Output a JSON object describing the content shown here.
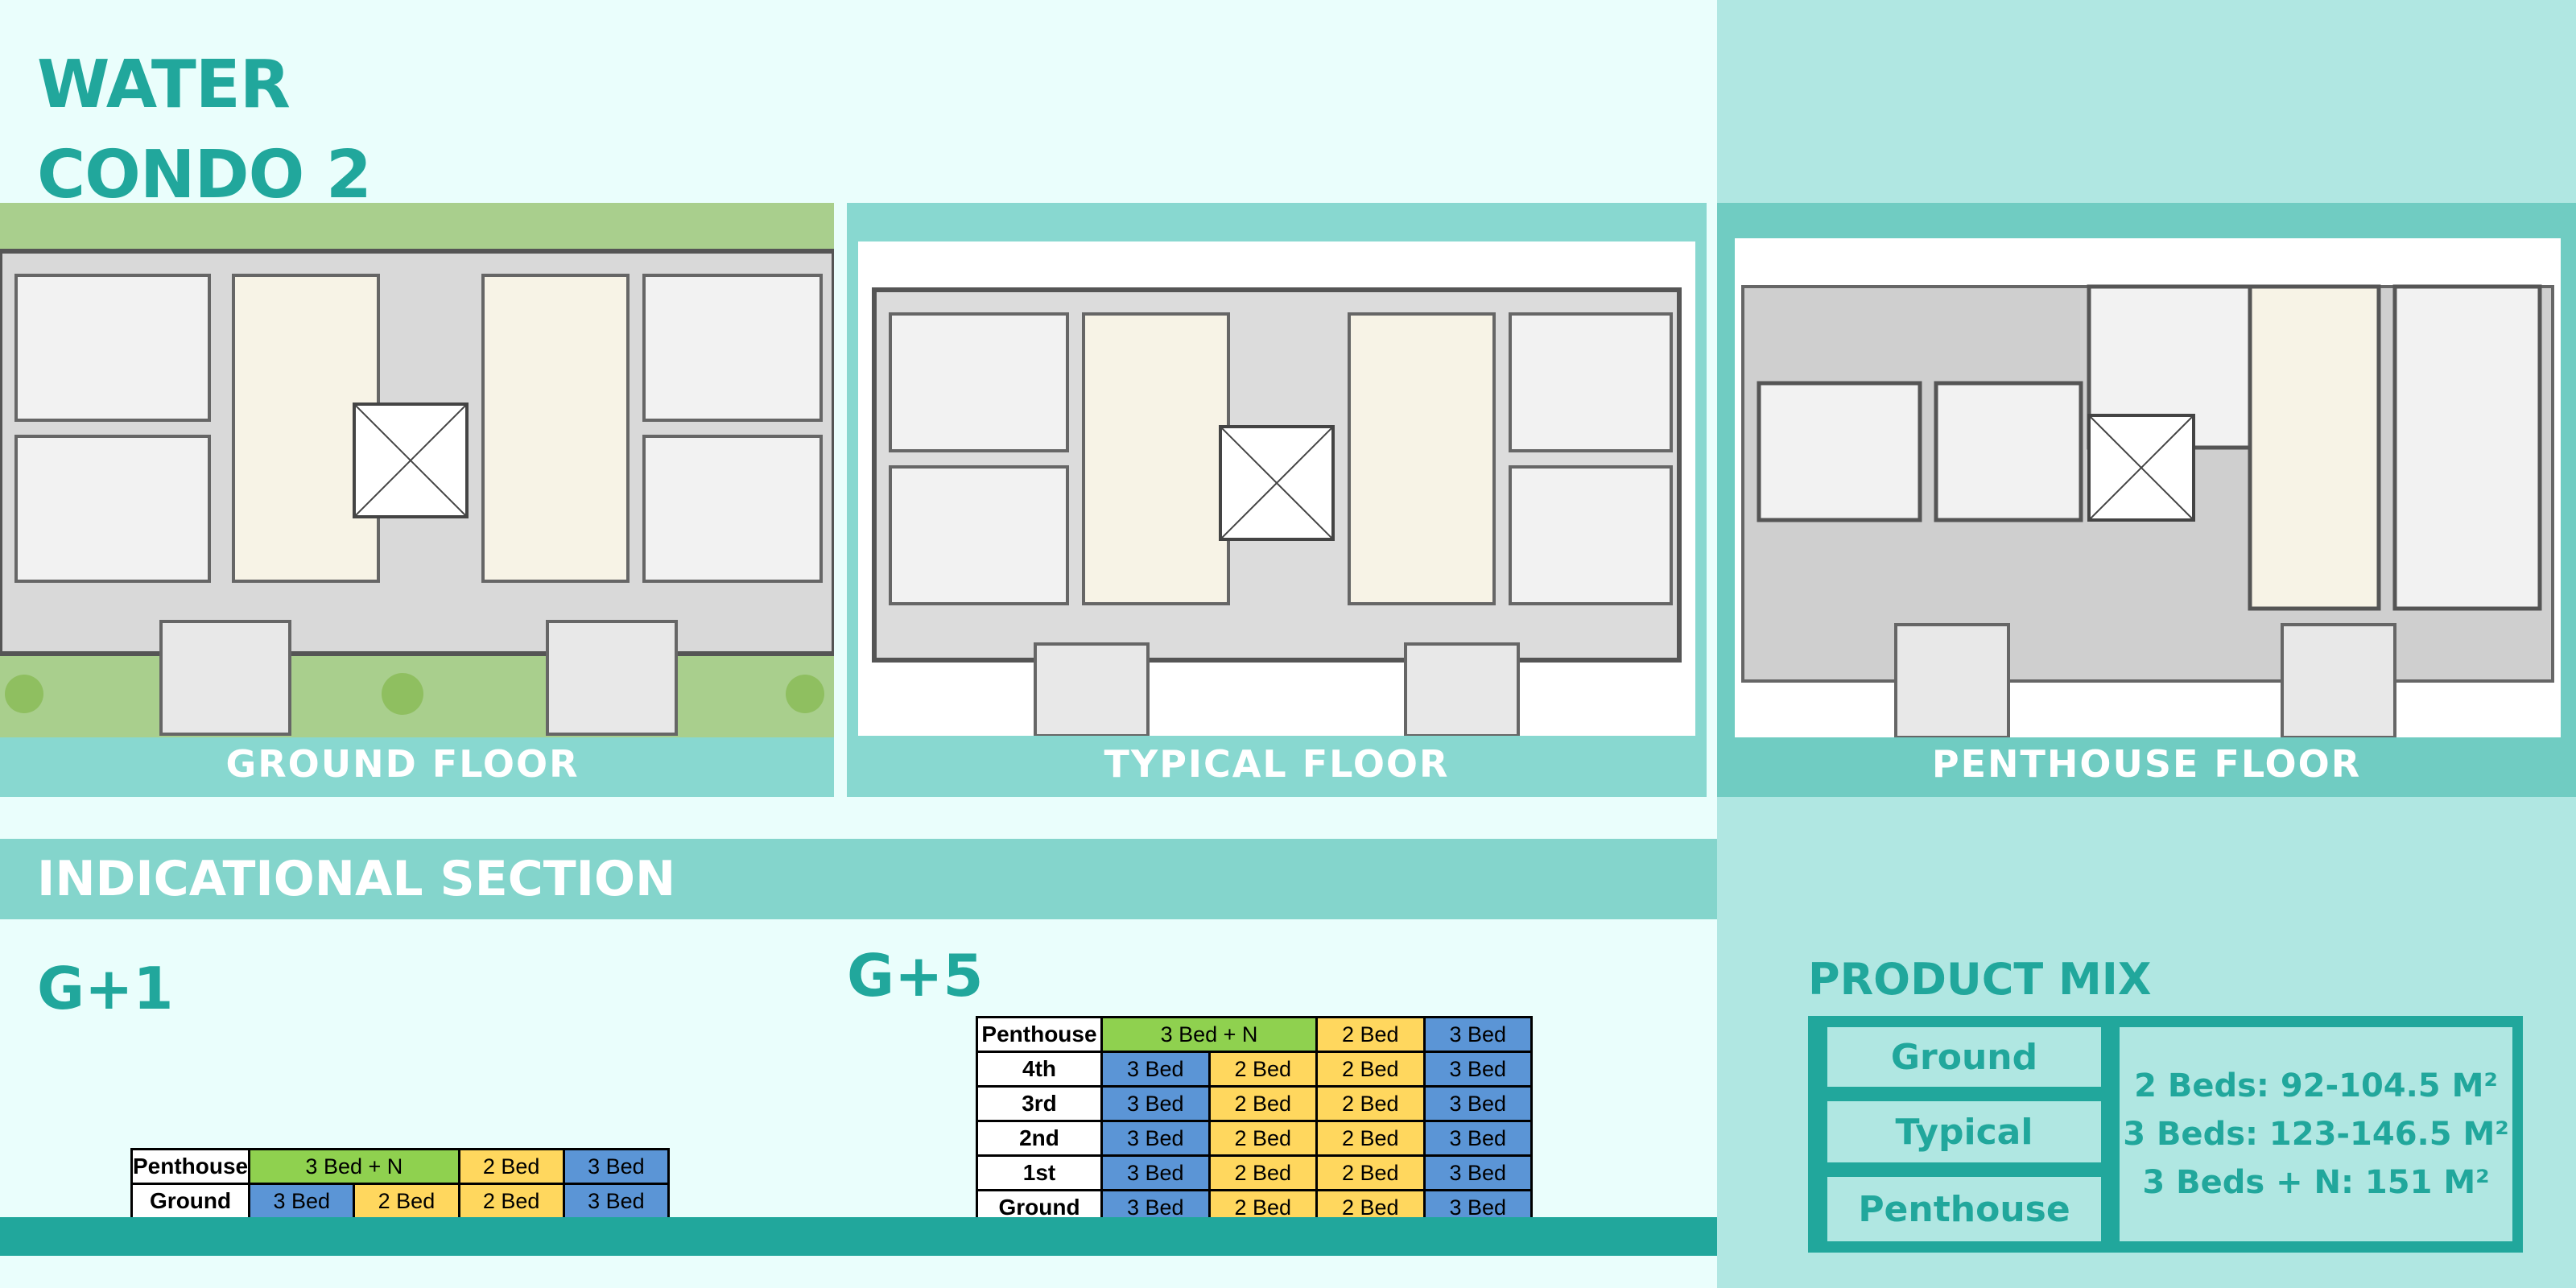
{
  "title": {
    "line1": "WATER",
    "line2": "CONDO 2"
  },
  "floors": [
    {
      "caption": "GROUND FLOOR"
    },
    {
      "caption": "TYPICAL FLOOR"
    },
    {
      "caption": "PENTHOUSE FLOOR"
    }
  ],
  "section": {
    "label": "INDICATIONAL SECTION"
  },
  "g1": {
    "label": "G+1",
    "rows": [
      {
        "head": "Penthouse",
        "cells": [
          "3 Bed + N",
          "2 Bed",
          "3 Bed"
        ]
      },
      {
        "head": "Ground",
        "cells": [
          "3 Bed",
          "2 Bed",
          "2 Bed",
          "3 Bed"
        ]
      }
    ]
  },
  "g5": {
    "label": "G+5",
    "rows": [
      {
        "head": "Penthouse",
        "cells": [
          "3 Bed + N",
          "2 Bed",
          "3 Bed"
        ]
      },
      {
        "head": "4th",
        "cells": [
          "3 Bed",
          "2 Bed",
          "2 Bed",
          "3 Bed"
        ]
      },
      {
        "head": "3rd",
        "cells": [
          "3 Bed",
          "2 Bed",
          "2 Bed",
          "3 Bed"
        ]
      },
      {
        "head": "2nd",
        "cells": [
          "3 Bed",
          "2 Bed",
          "2 Bed",
          "3 Bed"
        ]
      },
      {
        "head": "1st",
        "cells": [
          "3 Bed",
          "2 Bed",
          "2 Bed",
          "3 Bed"
        ]
      },
      {
        "head": "Ground",
        "cells": [
          "3 Bed",
          "2 Bed",
          "2 Bed",
          "3 Bed"
        ]
      }
    ]
  },
  "product_mix": {
    "title": "PRODUCT MIX",
    "levels": [
      "Ground",
      "Typical",
      "Penthouse"
    ],
    "sizes": [
      "2 Beds: 92-104.5 M²",
      "3 Beds: 123-146.5 M²",
      "3 Beds + N: 151 M²"
    ]
  },
  "colors": {
    "accent": "#21a79c",
    "three_bed_n": "#8fd14f",
    "two_bed": "#ffd75e",
    "three_bed": "#5b95d6"
  }
}
